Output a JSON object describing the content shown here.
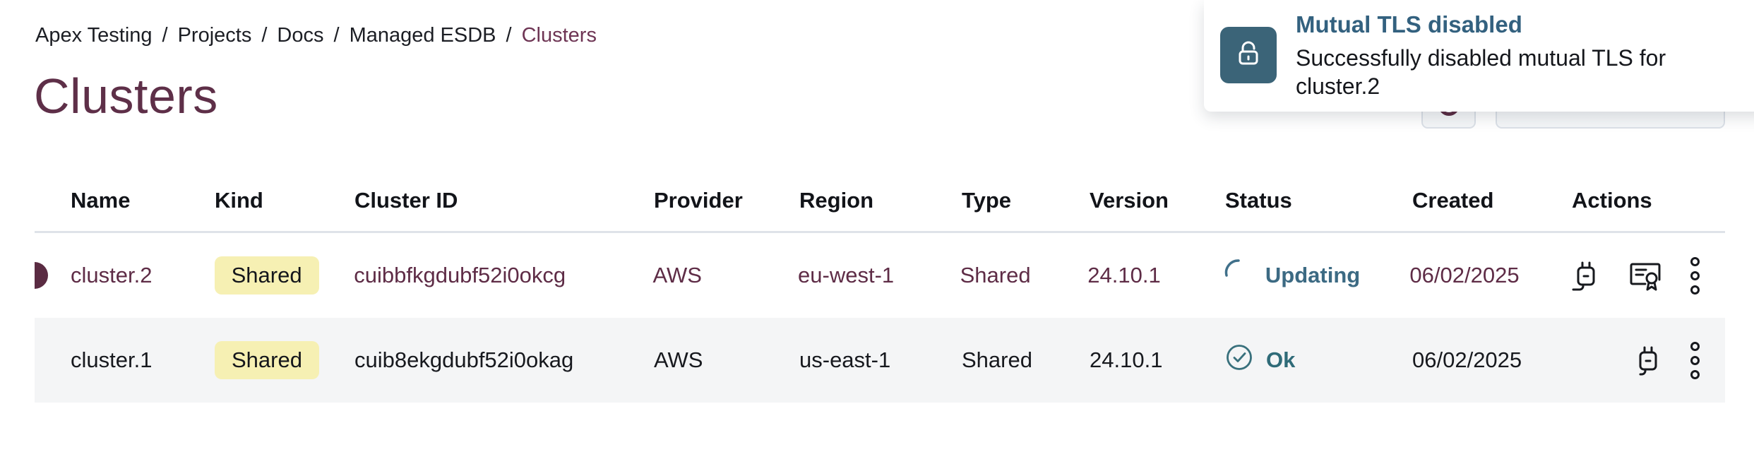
{
  "colors": {
    "maroon_accent": "#5a2b42",
    "maroon_text": "#5e2c46",
    "title_color": "#5e2f48",
    "breadcrumb_current_color": "#6e3554",
    "toast_accent": "#3b6478",
    "toast_title_color": "#33617f",
    "status_updating_color": "#3c6a83",
    "status_ok_color": "#2f6b78",
    "badge_bg": "#f6f0b3",
    "row_alt_bg": "#f4f5f6"
  },
  "breadcrumb": {
    "separator": "/",
    "items": [
      "Apex Testing",
      "Projects",
      "Docs",
      "Managed ESDB",
      "Clusters"
    ]
  },
  "page": {
    "title": "Clusters"
  },
  "toast": {
    "icon": "unlock-icon",
    "title": "Mutual TLS disabled",
    "message": "Successfully disabled mutual TLS for cluster.2"
  },
  "toolbar": {
    "refresh_button_icon": "refresh-icon",
    "dropdown_button_icon": "chevron-down-icon"
  },
  "table": {
    "columns": [
      "Name",
      "Kind",
      "Cluster ID",
      "Provider",
      "Region",
      "Type",
      "Version",
      "Status",
      "Created",
      "Actions"
    ],
    "rows": [
      {
        "name": "cluster.2",
        "kind": "Shared",
        "cluster_id": "cuibbfkgdubf52i0okcg",
        "provider": "AWS",
        "region": "eu-west-1",
        "type": "Shared",
        "version": "24.10.1",
        "status": "Updating",
        "status_kind": "updating",
        "created": "06/02/2025",
        "highlighted": true,
        "actions": [
          "connect-plug-icon",
          "certificate-icon",
          "kebab-menu-icon"
        ]
      },
      {
        "name": "cluster.1",
        "kind": "Shared",
        "cluster_id": "cuib8ekgdubf52i0okag",
        "provider": "AWS",
        "region": "us-east-1",
        "type": "Shared",
        "version": "24.10.1",
        "status": "Ok",
        "status_kind": "ok",
        "created": "06/02/2025",
        "highlighted": false,
        "actions": [
          "connect-plug-icon",
          "kebab-menu-icon"
        ]
      }
    ]
  }
}
